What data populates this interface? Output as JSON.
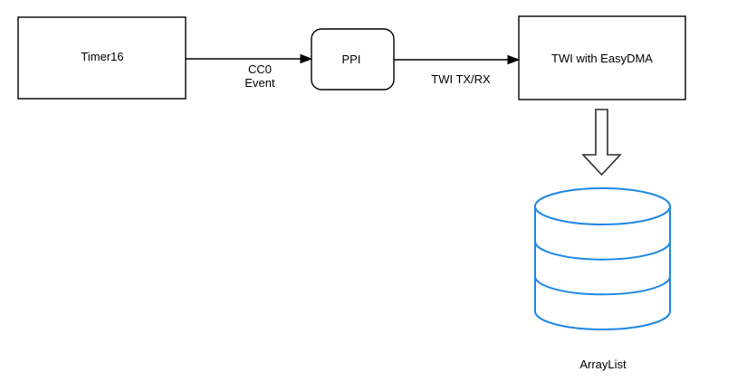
{
  "diagram": {
    "background_color": "#ffffff",
    "shape_stroke_color": "#000000",
    "cylinder_stroke_color": "#1e88e5",
    "text_color": "#000000",
    "nodes": {
      "timer": {
        "label": "Timer16",
        "shape": "rectangle"
      },
      "ppi": {
        "label": "PPI",
        "shape": "rounded-rectangle"
      },
      "twi": {
        "label": "TWI with EasyDMA",
        "shape": "rectangle"
      },
      "arraylist": {
        "label": "ArrayList",
        "shape": "database-cylinder"
      }
    },
    "edges": {
      "timer_to_ppi": {
        "label_line1": "CC0",
        "label_line2": "Event",
        "type": "arrow"
      },
      "ppi_to_twi": {
        "label": "TWI TX/RX",
        "type": "arrow"
      },
      "twi_to_arraylist": {
        "type": "block-arrow-down"
      }
    }
  }
}
